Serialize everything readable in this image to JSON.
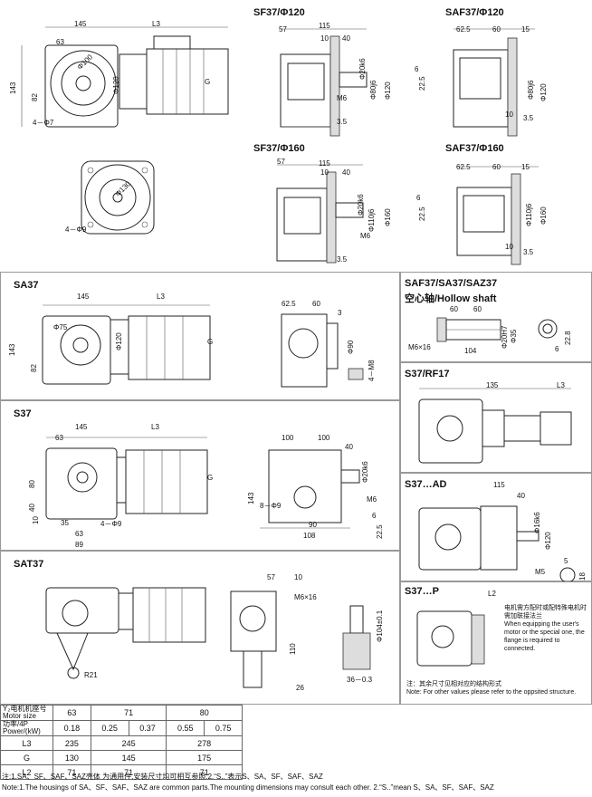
{
  "s_row1": {
    "dims": {
      "d145": "145",
      "l3": "L3",
      "d63": "63",
      "d143": "143",
      "d82": "82",
      "phi100": "Φ100",
      "phi120": "Φ120",
      "g": "G",
      "hole": "4－Φ7"
    },
    "sf120": {
      "title": "SF37/Φ120",
      "d57": "57",
      "d115": "115",
      "d10": "10",
      "d40": "40",
      "shaft": "Φ20k6",
      "pilot": "Φ80j6",
      "flange": "Φ120",
      "m6": "M6",
      "d6": "6",
      "d225": "22.5",
      "d35": "3.5"
    },
    "saf120": {
      "title": "SAF37/Φ120",
      "d625": "62.5",
      "d60": "60",
      "d15": "15",
      "pilot": "Φ80j6",
      "flange": "Φ120",
      "d10": "10",
      "d35": "3.5"
    }
  },
  "s_row2": {
    "phi130": "Φ130",
    "hole": "4－Φ9",
    "sf160": {
      "title": "SF37/Φ160",
      "d57": "57",
      "d115": "115",
      "d10": "10",
      "d40": "40",
      "shaft": "Φ20k6",
      "pilot": "Φ110j6",
      "flange": "Φ160",
      "m6": "M6",
      "d6": "6",
      "d225": "22.5",
      "d35": "3.5"
    },
    "saf160": {
      "title": "SAF37/Φ160",
      "d625": "62.5",
      "d60": "60",
      "d15": "15",
      "pilot": "Φ110j6",
      "flange": "Φ160",
      "d10": "10",
      "d35": "3.5"
    }
  },
  "sa37": {
    "title": "SA37",
    "d145": "145",
    "l3": "L3",
    "phi75": "Φ75",
    "phi120": "Φ120",
    "d143": "143",
    "d82": "82",
    "g": "G",
    "d625": "62.5",
    "d60": "60",
    "d3": "3",
    "phi90": "Φ90",
    "m8": "4－M8"
  },
  "hollow": {
    "title": "SAF37/SA37/SAZ37",
    "subtitle": "空心轴/Hollow shaft",
    "d60a": "60",
    "d60b": "60",
    "bore": "Φ20H7",
    "d35": "Φ35",
    "m6": "M6×16",
    "d104": "104",
    "d228": "22.8",
    "d6": "6"
  },
  "s37": {
    "title": "S37",
    "d145": "145",
    "l3": "L3",
    "d63": "63",
    "d80": "80",
    "d40": "40",
    "d10": "10",
    "d35": "35",
    "d63b": "63",
    "d89": "89",
    "hole": "4－Φ9",
    "g": "G",
    "d100a": "100",
    "d100b": "100",
    "d40b": "40",
    "shaft": "Φ20k6",
    "d143": "143",
    "hole2": "8－Φ9",
    "m6": "M6",
    "d90": "90",
    "d108": "108",
    "d6": "6",
    "d225": "22.5"
  },
  "s37rf": {
    "title": "S37/RF17",
    "d135": "135",
    "l3": "L3"
  },
  "s37ad": {
    "title": "S37…AD",
    "d115": "115",
    "d40": "40",
    "shaft": "Φ16k6",
    "phi120": "Φ120",
    "m5": "M5",
    "d5": "5",
    "d18": "18"
  },
  "sat37": {
    "title": "SAT37",
    "d57": "57",
    "d10": "10",
    "m6": "M6×16",
    "d110": "110",
    "d26": "26",
    "r21": "R21",
    "phi104": "Φ104±0.1",
    "d36": "36－0.3"
  },
  "s37p": {
    "title": "S37…P",
    "l2": "L2",
    "legend_cn": "电机需方配时或配特殊电机时需加联接法兰",
    "legend_en": "When equipping the user's motor or the special one, the flange is required to connected.",
    "note_cn": "注：其余尺寸见相对应的结构形式",
    "note_en": "Note: For other values please refer to the oppsited structure."
  },
  "table": {
    "h1_line1": "Y₂电机机座号",
    "h1_line2": "Motor size",
    "h2_line1": "功率/4P",
    "h2_line2": "Power/(kW)",
    "sizes": [
      "63",
      "71",
      "80"
    ],
    "powers": [
      "0.18",
      "0.25",
      "0.37",
      "0.55",
      "0.75"
    ],
    "rows": [
      {
        "label": "L3",
        "values": [
          "235",
          "245",
          "278"
        ]
      },
      {
        "label": "G",
        "values": [
          "130",
          "145",
          "175"
        ]
      },
      {
        "label": "L2",
        "values": [
          "71",
          "71",
          "71"
        ]
      }
    ]
  },
  "notes": {
    "cn": "注:1.SA、SF、SAF、SAZ壳体 为通用件,安装尺寸均可相互参照.2.“S..”表示S、SA、SF、SAF、SAZ",
    "en": "Note:1.The housings of SA、SF、SAF、SAZ are common parts.The mounting dimensions may consult each other. 2.“S..”mean S、SA、SF、SAF、SAZ"
  }
}
